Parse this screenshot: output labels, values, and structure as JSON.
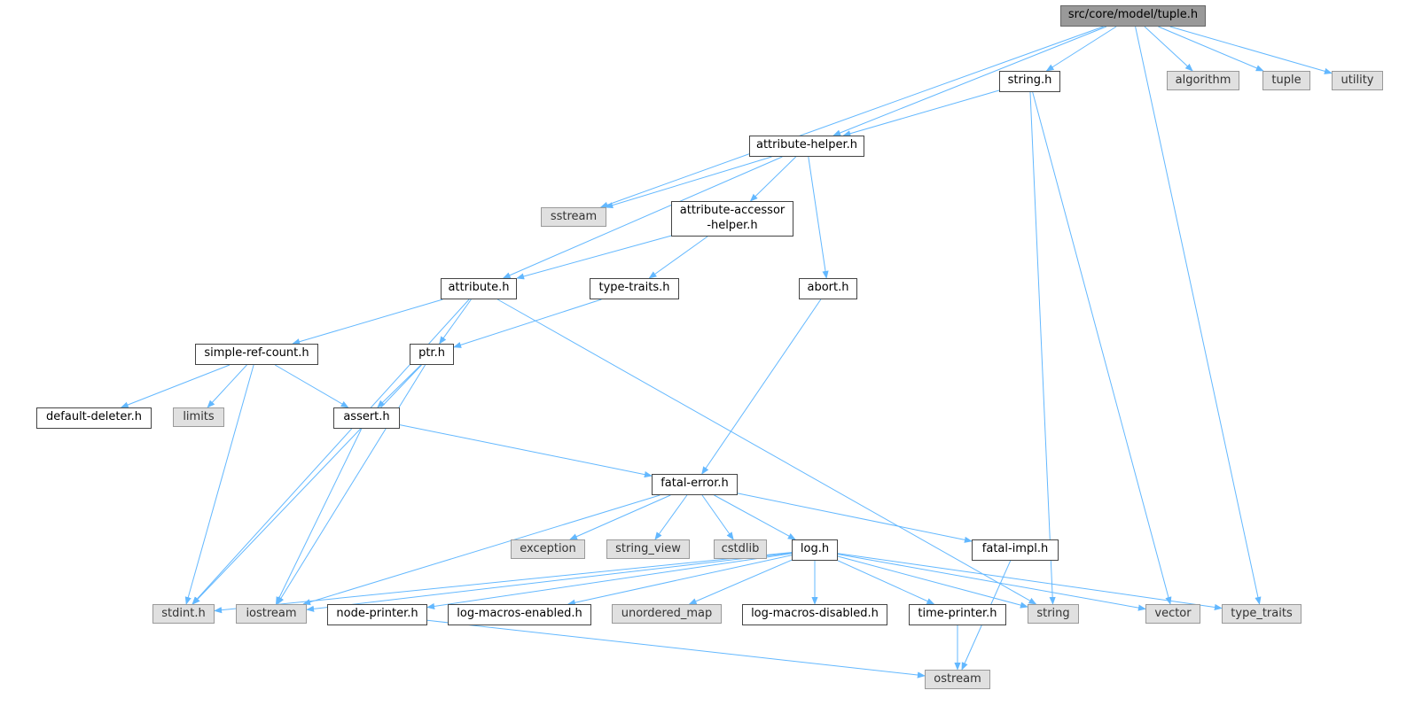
{
  "diagram": {
    "nodes": [
      {
        "id": "root",
        "label": "src/core/model/tuple.h",
        "kind": "root"
      },
      {
        "id": "string_h",
        "label": "string.h",
        "kind": "file"
      },
      {
        "id": "algorithm",
        "label": "algorithm",
        "kind": "external"
      },
      {
        "id": "tuple",
        "label": "tuple",
        "kind": "external"
      },
      {
        "id": "utility",
        "label": "utility",
        "kind": "external"
      },
      {
        "id": "attribute_helper",
        "label": "attribute-helper.h",
        "kind": "file"
      },
      {
        "id": "sstream",
        "label": "sstream",
        "kind": "external"
      },
      {
        "id": "attr_accessor",
        "label": "attribute-accessor\n-helper.h",
        "kind": "file"
      },
      {
        "id": "attribute_h",
        "label": "attribute.h",
        "kind": "file"
      },
      {
        "id": "type_traits_h",
        "label": "type-traits.h",
        "kind": "file"
      },
      {
        "id": "abort_h",
        "label": "abort.h",
        "kind": "file"
      },
      {
        "id": "simple_ref",
        "label": "simple-ref-count.h",
        "kind": "file"
      },
      {
        "id": "ptr_h",
        "label": "ptr.h",
        "kind": "file"
      },
      {
        "id": "default_deleter",
        "label": "default-deleter.h",
        "kind": "file"
      },
      {
        "id": "limits",
        "label": "limits",
        "kind": "external"
      },
      {
        "id": "assert_h",
        "label": "assert.h",
        "kind": "file"
      },
      {
        "id": "fatal_error",
        "label": "fatal-error.h",
        "kind": "file"
      },
      {
        "id": "exception",
        "label": "exception",
        "kind": "external"
      },
      {
        "id": "string_view",
        "label": "string_view",
        "kind": "external"
      },
      {
        "id": "cstdlib",
        "label": "cstdlib",
        "kind": "external"
      },
      {
        "id": "log_h",
        "label": "log.h",
        "kind": "file"
      },
      {
        "id": "fatal_impl",
        "label": "fatal-impl.h",
        "kind": "file"
      },
      {
        "id": "stdint",
        "label": "stdint.h",
        "kind": "external"
      },
      {
        "id": "iostream",
        "label": "iostream",
        "kind": "external"
      },
      {
        "id": "node_printer",
        "label": "node-printer.h",
        "kind": "file"
      },
      {
        "id": "log_macros_en",
        "label": "log-macros-enabled.h",
        "kind": "file"
      },
      {
        "id": "unordered_map",
        "label": "unordered_map",
        "kind": "external"
      },
      {
        "id": "log_macros_dis",
        "label": "log-macros-disabled.h",
        "kind": "file"
      },
      {
        "id": "time_printer",
        "label": "time-printer.h",
        "kind": "file"
      },
      {
        "id": "string_std",
        "label": "string",
        "kind": "external"
      },
      {
        "id": "vector",
        "label": "vector",
        "kind": "external"
      },
      {
        "id": "type_traits_std",
        "label": "type_traits",
        "kind": "external"
      },
      {
        "id": "ostream",
        "label": "ostream",
        "kind": "external"
      }
    ],
    "edges": [
      [
        "root",
        "string_h"
      ],
      [
        "root",
        "algorithm"
      ],
      [
        "root",
        "tuple"
      ],
      [
        "root",
        "utility"
      ],
      [
        "root",
        "attribute_helper"
      ],
      [
        "root",
        "sstream"
      ],
      [
        "root",
        "type_traits_std"
      ],
      [
        "string_h",
        "attribute_helper"
      ],
      [
        "string_h",
        "string_std"
      ],
      [
        "string_h",
        "vector"
      ],
      [
        "attribute_helper",
        "sstream"
      ],
      [
        "attribute_helper",
        "attr_accessor"
      ],
      [
        "attribute_helper",
        "attribute_h"
      ],
      [
        "attribute_helper",
        "abort_h"
      ],
      [
        "attr_accessor",
        "attribute_h"
      ],
      [
        "attr_accessor",
        "type_traits_h"
      ],
      [
        "attribute_h",
        "simple_ref"
      ],
      [
        "attribute_h",
        "ptr_h"
      ],
      [
        "attribute_h",
        "stdint"
      ],
      [
        "attribute_h",
        "string_std"
      ],
      [
        "type_traits_h",
        "ptr_h"
      ],
      [
        "abort_h",
        "fatal_error"
      ],
      [
        "simple_ref",
        "default_deleter"
      ],
      [
        "simple_ref",
        "limits"
      ],
      [
        "simple_ref",
        "assert_h"
      ],
      [
        "simple_ref",
        "stdint"
      ],
      [
        "ptr_h",
        "assert_h"
      ],
      [
        "ptr_h",
        "stdint"
      ],
      [
        "ptr_h",
        "iostream"
      ],
      [
        "assert_h",
        "fatal_error"
      ],
      [
        "assert_h",
        "iostream"
      ],
      [
        "fatal_error",
        "exception"
      ],
      [
        "fatal_error",
        "string_view"
      ],
      [
        "fatal_error",
        "cstdlib"
      ],
      [
        "fatal_error",
        "log_h"
      ],
      [
        "fatal_error",
        "fatal_impl"
      ],
      [
        "fatal_error",
        "iostream"
      ],
      [
        "fatal_impl",
        "ostream"
      ],
      [
        "log_h",
        "stdint"
      ],
      [
        "log_h",
        "iostream"
      ],
      [
        "log_h",
        "node_printer"
      ],
      [
        "log_h",
        "log_macros_en"
      ],
      [
        "log_h",
        "unordered_map"
      ],
      [
        "log_h",
        "log_macros_dis"
      ],
      [
        "log_h",
        "time_printer"
      ],
      [
        "log_h",
        "string_std"
      ],
      [
        "log_h",
        "vector"
      ],
      [
        "log_h",
        "type_traits_std"
      ],
      [
        "node_printer",
        "ostream"
      ],
      [
        "time_printer",
        "ostream"
      ]
    ],
    "colors": {
      "edge": "#63b8ff",
      "node_border": "#444444",
      "external_fill": "#e0e0e0",
      "root_fill": "#999999"
    }
  }
}
